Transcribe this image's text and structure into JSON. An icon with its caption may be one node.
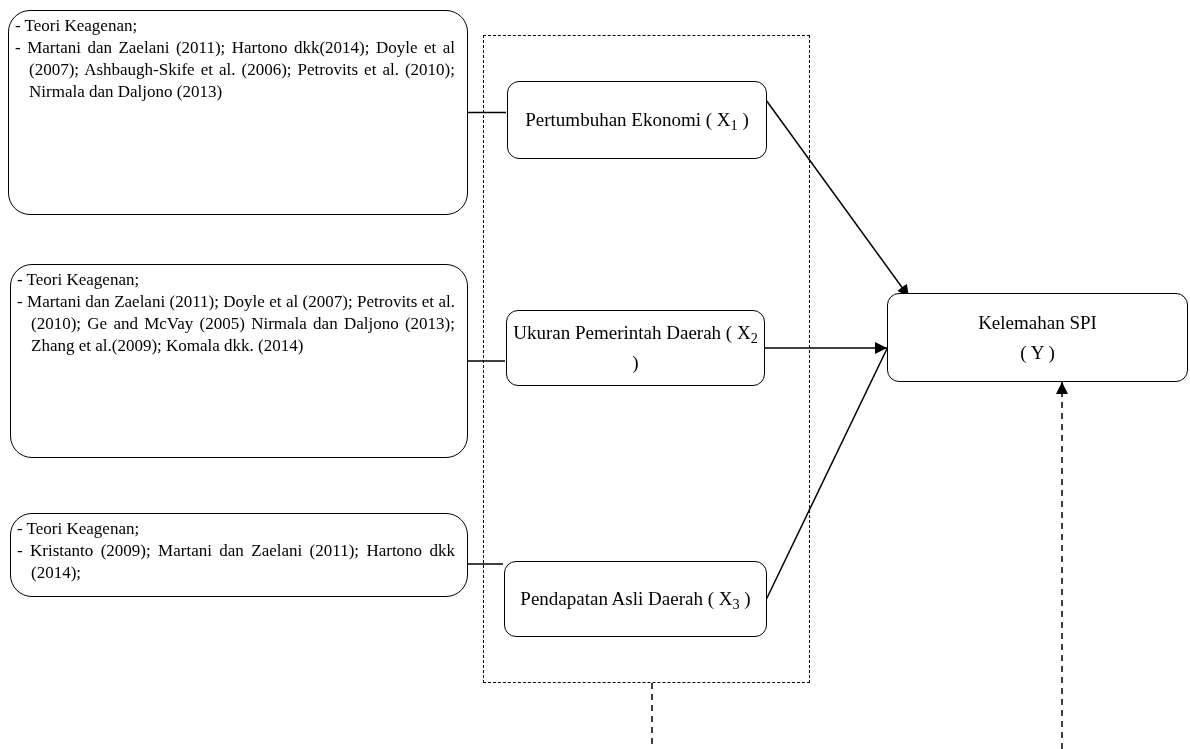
{
  "diagram": {
    "nodes": [
      {
        "text": [
          "- Teori Keagenan;",
          "- Martani dan Zaelani (2011); Hartono dkk(2014); Doyle et al (2007); Ashbaugh-Skife et al. (2006); Petrovits et al. (2010); Nirmala dan Daljono (2013)"
        ]
      },
      {
        "text": [
          "- Teori Keagenan;",
          "- Martani dan Zaelani (2011); Doyle et al (2007); Petrovits et al. (2010); Ge and McVay (2005) Nirmala dan Daljono (2013); Zhang et al.(2009); Komala dkk. (2014)"
        ]
      },
      {
        "text": [
          "- Teori Keagenan;",
          "- Kristanto (2009); Martani dan Zaelani (2011); Hartono dkk (2014);"
        ]
      },
      {
        "text": [],
        "shape": "box"
      },
      {
        "text": [
          "Pertumbuhan Ekonomi ( X$_{1}$ )"
        ],
        "in": 3
      },
      {
        "text": [
          "Ukuran Pemerintah Daerah ( X$_{2}$ )"
        ],
        "in": 3
      },
      {
        "text": [
          "Pendapatan Asli Daerah ( X$_{3}$ )"
        ],
        "in": 3
      },
      {
        "text": [
          "Kelemahan SPI",
          "( Y )"
        ]
      }
    ],
    "edges": [
      {
        "from": 0,
        "to": 4,
        "arrow": "none"
      },
      {
        "from": 1,
        "to": 5,
        "arrow": "none"
      },
      {
        "from": 2,
        "to": 6,
        "arrow": "none"
      },
      {
        "from": 4,
        "to": 7,
        "arrow": "to"
      },
      {
        "from": 5,
        "to": 7,
        "arrow": "to"
      },
      {
        "from": 6,
        "to": 7,
        "arrow": "to"
      },
      {
        "from": 3,
        "to": null,
        "arrow": "none",
        "style": "dashed"
      },
      {
        "from": null,
        "to": 7,
        "arrow": "to",
        "style": "dashed"
      }
    ]
  }
}
